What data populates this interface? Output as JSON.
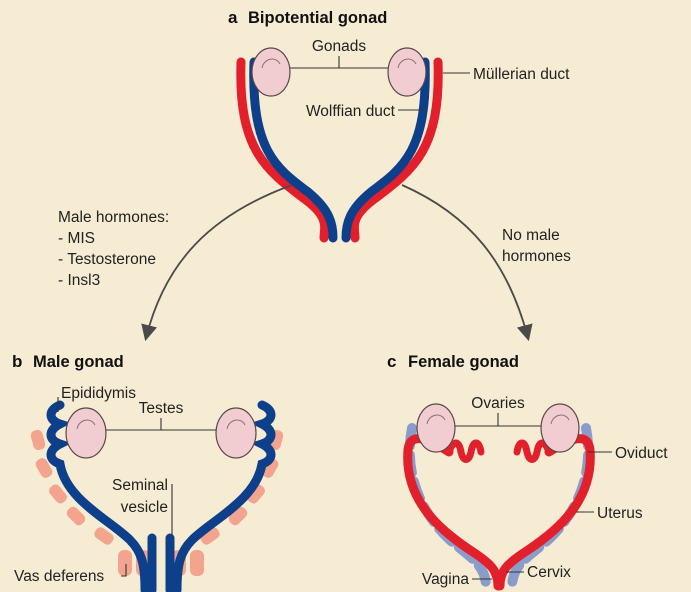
{
  "panel_a": {
    "letter": "a",
    "title": "Bipotential gonad",
    "labels": {
      "gonads": "Gonads",
      "mullerian_duct": "Müllerian duct",
      "wolffian_duct": "Wolffian duct"
    }
  },
  "arrows": {
    "male_hormones": {
      "heading": "Male hormones:",
      "items": [
        "- MIS",
        "- Testosterone",
        "- Insl3"
      ]
    },
    "no_male_hormones": {
      "line1": "No male",
      "line2": "hormones"
    }
  },
  "panel_b": {
    "letter": "b",
    "title": "Male gonad",
    "labels": {
      "epididymis": "Epididymis",
      "testes": "Testes",
      "seminal_vesicle_line1": "Seminal",
      "seminal_vesicle_line2": "vesicle",
      "vas_deferens": "Vas deferens"
    }
  },
  "panel_c": {
    "letter": "c",
    "title": "Female gonad",
    "labels": {
      "ovaries": "Ovaries",
      "oviduct": "Oviduct",
      "uterus": "Uterus",
      "cervix": "Cervix",
      "vagina": "Vagina"
    }
  },
  "colors": {
    "background": "#f6ecd3",
    "mullerian_red": "#e2202c",
    "wolffian_blue": "#0d3f8a",
    "gonad_fill": "#f1cdd2",
    "gonad_stroke": "#5a4848",
    "male_accessory": "#f2a48e",
    "female_dashes": "#8a9cc9",
    "arrow_gray": "#4a4a4a"
  }
}
